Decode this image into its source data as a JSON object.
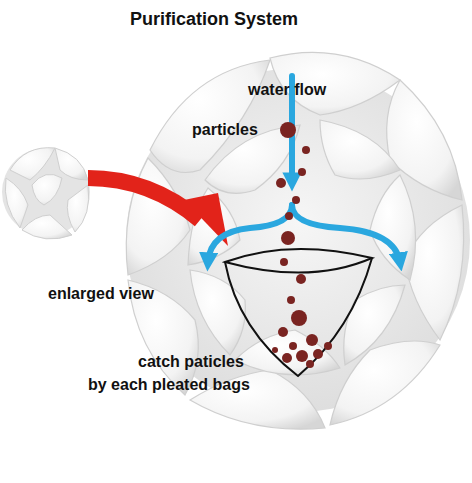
{
  "diagram": {
    "title": "Purification System",
    "labels": [
      "water flow",
      "particles",
      "enlarged view",
      "catch paticles by each pleated bags"
    ]
  }
}
